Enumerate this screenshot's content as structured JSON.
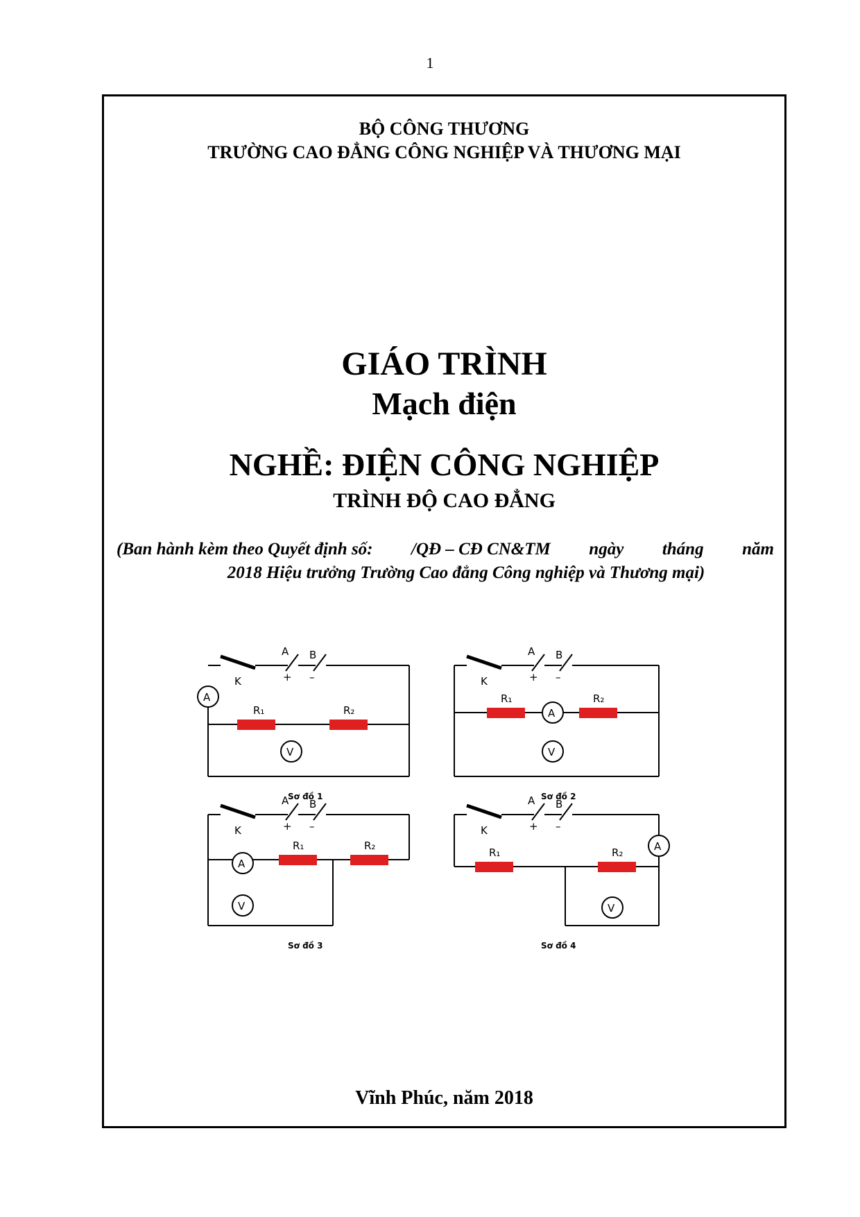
{
  "page_number": "1",
  "header": {
    "ministry": "BỘ CÔNG THƯƠNG",
    "school": "TRƯỜNG CAO ĐẲNG CÔNG NGHIỆP VÀ THƯƠNG MẠI"
  },
  "title": {
    "main": "GIÁO TRÌNH",
    "subject": "Mạch điện",
    "major": "NGHỀ: ĐIỆN CÔNG NGHIỆP",
    "level": "TRÌNH ĐỘ CAO ĐẲNG"
  },
  "decree": {
    "part1": "(Ban hành kèm theo Quyết định số:",
    "part2": "/QĐ – CĐ CN&TM",
    "part3": "ngày",
    "part4": "tháng",
    "part5": "năm",
    "line2": "2018 Hiệu trưởng Trường Cao đẳng Công nghiệp và Thương mại)"
  },
  "diagram_labels": {
    "switch": "K",
    "terminal_a": "A",
    "terminal_b": "B",
    "plus": "+",
    "minus": "–",
    "ammeter": "A",
    "voltmeter": "V",
    "r1": "R₁",
    "r2": "R₂",
    "diagrams": [
      "Sơ đồ 1",
      "Sơ đồ 2",
      "Sơ đồ 3",
      "Sơ đồ 4"
    ]
  },
  "colors": {
    "resistor": "#e02020",
    "ink": "#000000"
  },
  "footer": {
    "place_date": "Vĩnh Phúc, năm 2018"
  }
}
